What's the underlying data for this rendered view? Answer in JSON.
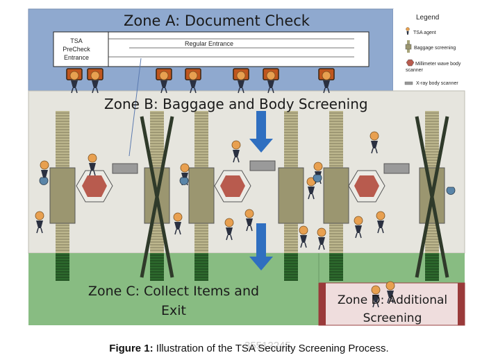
{
  "zones": {
    "a": "Zone A: Document Check",
    "b": "Zone B: Baggage and Body Screening",
    "c": "Zone C: Collect Items and Exit",
    "d": "Zone D: Additional Screening"
  },
  "entrances": {
    "precheck": "TSA PreCheck Entrance",
    "regular": "Regular Entrance"
  },
  "legend": {
    "title": "Legend",
    "items": [
      {
        "icon": "tsa-agent-icon",
        "label": "TSA agent"
      },
      {
        "icon": "baggage-screening-icon",
        "label": "Baggage screening"
      },
      {
        "icon": "millimeter-wave-scanner-icon",
        "label": "Millimeter wave body scanner"
      },
      {
        "icon": "xray-scanner-icon",
        "label": "X-ray body scanner"
      }
    ]
  },
  "caption": {
    "prefix": "Figure 1:",
    "text": " Illustration of the TSA Security Screening Process."
  },
  "watermark": "35512245",
  "colors": {
    "zone_a": "#8fa9cf",
    "zone_b": "#e6e5de",
    "zone_c": "#88bc82",
    "zone_d": "#efdddd",
    "belt": "#9b9670",
    "mmw": "#b85b4e",
    "arrow": "#2f6fc0"
  }
}
